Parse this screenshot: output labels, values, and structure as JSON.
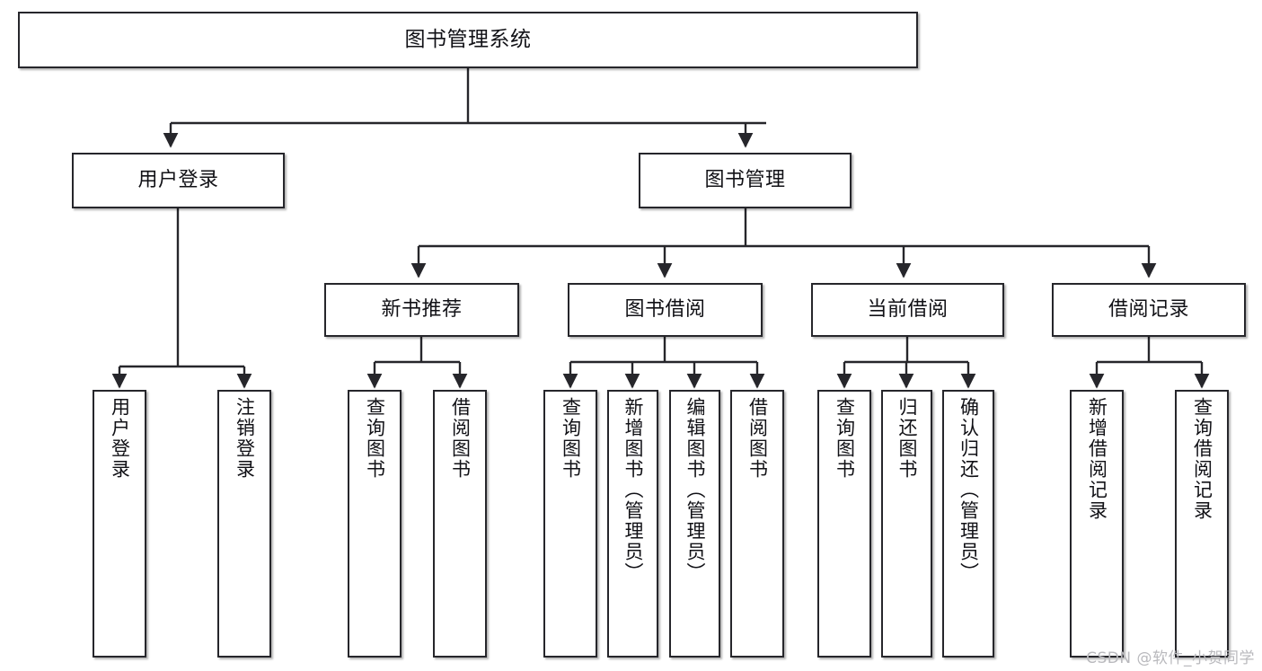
{
  "diagram": {
    "title": "图书管理系统",
    "type": "tree-hierarchy-chart",
    "orientation": "top-down",
    "colors": {
      "box_stroke": "#26262b",
      "box_fill": "#ffffff",
      "edge_stroke": "#26262b",
      "text": "#111116",
      "watermark": "#b9b9bd"
    },
    "nodes": {
      "root": {
        "label": "图书管理系统"
      },
      "level2": [
        {
          "id": "user-login",
          "label": "用户登录"
        },
        {
          "id": "book-management",
          "label": "图书管理"
        }
      ],
      "level3": [
        {
          "id": "new-book-recommend",
          "label": "新书推荐"
        },
        {
          "id": "book-borrow",
          "label": "图书借阅"
        },
        {
          "id": "current-borrow",
          "label": "当前借阅"
        },
        {
          "id": "borrow-record",
          "label": "借阅记录"
        }
      ],
      "leaves": {
        "user-login": [
          {
            "id": "leaf-user-login",
            "label": "用户登录"
          },
          {
            "id": "leaf-logout-login",
            "label": "注销登录"
          }
        ],
        "new-book-recommend": [
          {
            "id": "leaf-query-book-1",
            "label": "查询图书"
          },
          {
            "id": "leaf-borrow-book-1",
            "label": "借阅图书"
          }
        ],
        "book-borrow": [
          {
            "id": "leaf-query-book-2",
            "label": "查询图书"
          },
          {
            "id": "leaf-add-book-admin",
            "label": "新增图书（管理员）"
          },
          {
            "id": "leaf-edit-book-admin",
            "label": "编辑图书（管理员）"
          },
          {
            "id": "leaf-borrow-book-2",
            "label": "借阅图书"
          }
        ],
        "current-borrow": [
          {
            "id": "leaf-query-book-3",
            "label": "查询图书"
          },
          {
            "id": "leaf-return-book",
            "label": "归还图书"
          },
          {
            "id": "leaf-confirm-return-admin",
            "label": "确认归还（管理员）"
          }
        ],
        "borrow-record": [
          {
            "id": "leaf-add-borrow-record",
            "label": "新增借阅记录"
          },
          {
            "id": "leaf-query-borrow-record",
            "label": "查询借阅记录"
          }
        ]
      }
    }
  },
  "watermark": {
    "text": "CSDN @软件_小贺同学"
  }
}
